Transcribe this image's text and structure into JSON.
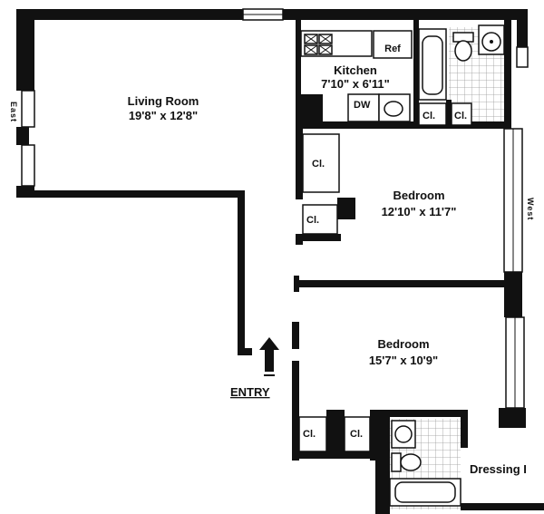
{
  "rooms": {
    "living": {
      "name": "Living Room",
      "dims": "19'8\" x 12'8\""
    },
    "kitchen": {
      "name": "Kitchen",
      "dims": "7'10\" x 6'11\""
    },
    "bedroom1": {
      "name": "Bedroom",
      "dims": "12'10\" x 11'7\""
    },
    "bedroom2": {
      "name": "Bedroom",
      "dims": "15'7\" x 10'9\""
    },
    "dressing": {
      "name": "Dressing I"
    }
  },
  "labels": {
    "entry": "ENTRY",
    "east": "East",
    "west": "West",
    "ref": "Ref",
    "dw": "DW",
    "closet": "Cl."
  }
}
